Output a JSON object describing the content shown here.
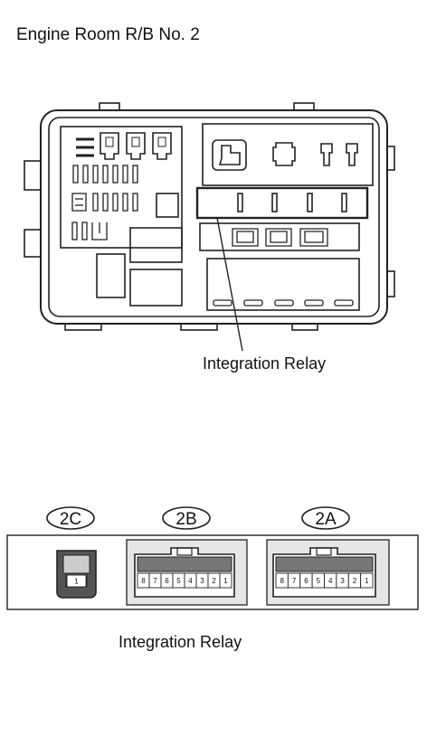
{
  "title": "Engine Room R/B No. 2",
  "callout": "Integration Relay",
  "caption": "Integration Relay",
  "connectors": [
    {
      "id": "2C",
      "pins": [
        "1"
      ]
    },
    {
      "id": "2B",
      "pins": [
        "8",
        "7",
        "6",
        "5",
        "4",
        "3",
        "2",
        "1"
      ]
    },
    {
      "id": "2A",
      "pins": [
        "8",
        "7",
        "6",
        "5",
        "4",
        "3",
        "2",
        "1"
      ]
    }
  ]
}
